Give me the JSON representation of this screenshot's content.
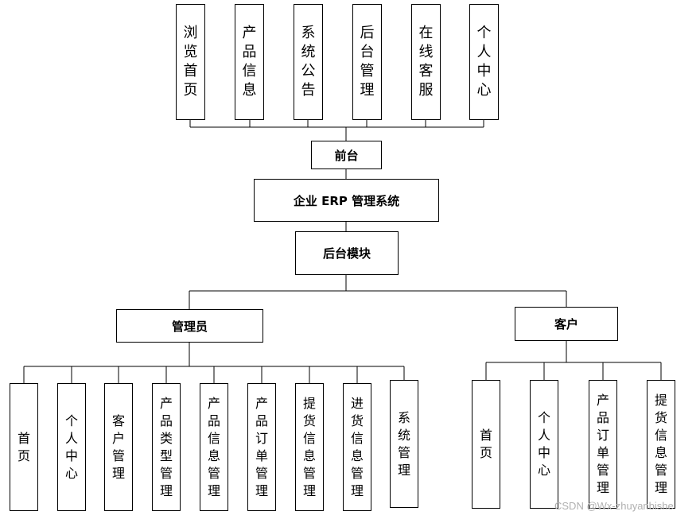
{
  "root": {
    "label": "企业 ERP 管理系统"
  },
  "frontend": {
    "label": "前台",
    "modules": [
      "浏览首页",
      "产品信息",
      "系统公告",
      "后台管理",
      "在线客服",
      "个人中心"
    ]
  },
  "backend": {
    "label": "后台模块",
    "admin": {
      "label": "管理员",
      "modules": [
        "首页",
        "个人中心",
        "客户管理",
        "产品类型管理",
        "产品信息管理",
        "产品订单管理",
        "提货信息管理",
        "进货信息管理",
        "系统管理"
      ]
    },
    "customer": {
      "label": "客户",
      "modules": [
        "首页",
        "个人中心",
        "产品订单管理",
        "提货信息管理"
      ]
    }
  },
  "watermark": "CSDN @Wx-zhuyanbishe"
}
